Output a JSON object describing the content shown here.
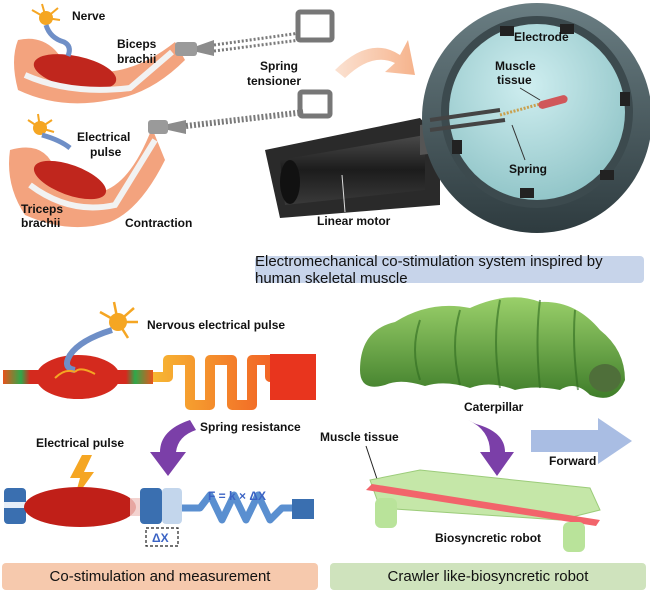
{
  "labels": {
    "nerve": "Nerve",
    "biceps_line1": "Biceps",
    "biceps_line2": "brachii",
    "spring_tensioner_line1": "Spring",
    "spring_tensioner_line2": "tensioner",
    "electrical_pulse_line1": "Electrical",
    "electrical_pulse_line2": "pulse",
    "triceps_line1": "Triceps",
    "triceps_line2": "brachii",
    "contraction": "Contraction",
    "electrode": "Electrode",
    "muscle_tissue_line1": "Muscle",
    "muscle_tissue_line2": "tissue",
    "spring": "Spring",
    "linear_motor": "Linear motor",
    "nervous_pulse": "Nervous electrical pulse",
    "spring_resistance": "Spring resistance",
    "electrical_pulse_bottom": "Electrical pulse",
    "formula": "F = k × ΔX",
    "delta_x": "ΔX",
    "caterpillar": "Caterpillar",
    "muscle_tissue_bottom": "Muscle tissue",
    "forward": "Forward",
    "biosyncretic_robot": "Biosyncretic robot"
  },
  "banners": {
    "top": "Electromechanical co-stimulation system inspired by human skeletal muscle",
    "bottom_left": "Co-stimulation and measurement",
    "bottom_right": "Crawler like-biosyncretic robot"
  },
  "colors": {
    "banner_top": "#c7d4ea",
    "banner_left": "#f6c9ad",
    "banner_right": "#cfe3bd",
    "arrow_purple": "#7b3fa8",
    "forward_arrow": "#a9bde3",
    "muscle_red": "#d42a1e",
    "skin": "#f3a37e"
  }
}
